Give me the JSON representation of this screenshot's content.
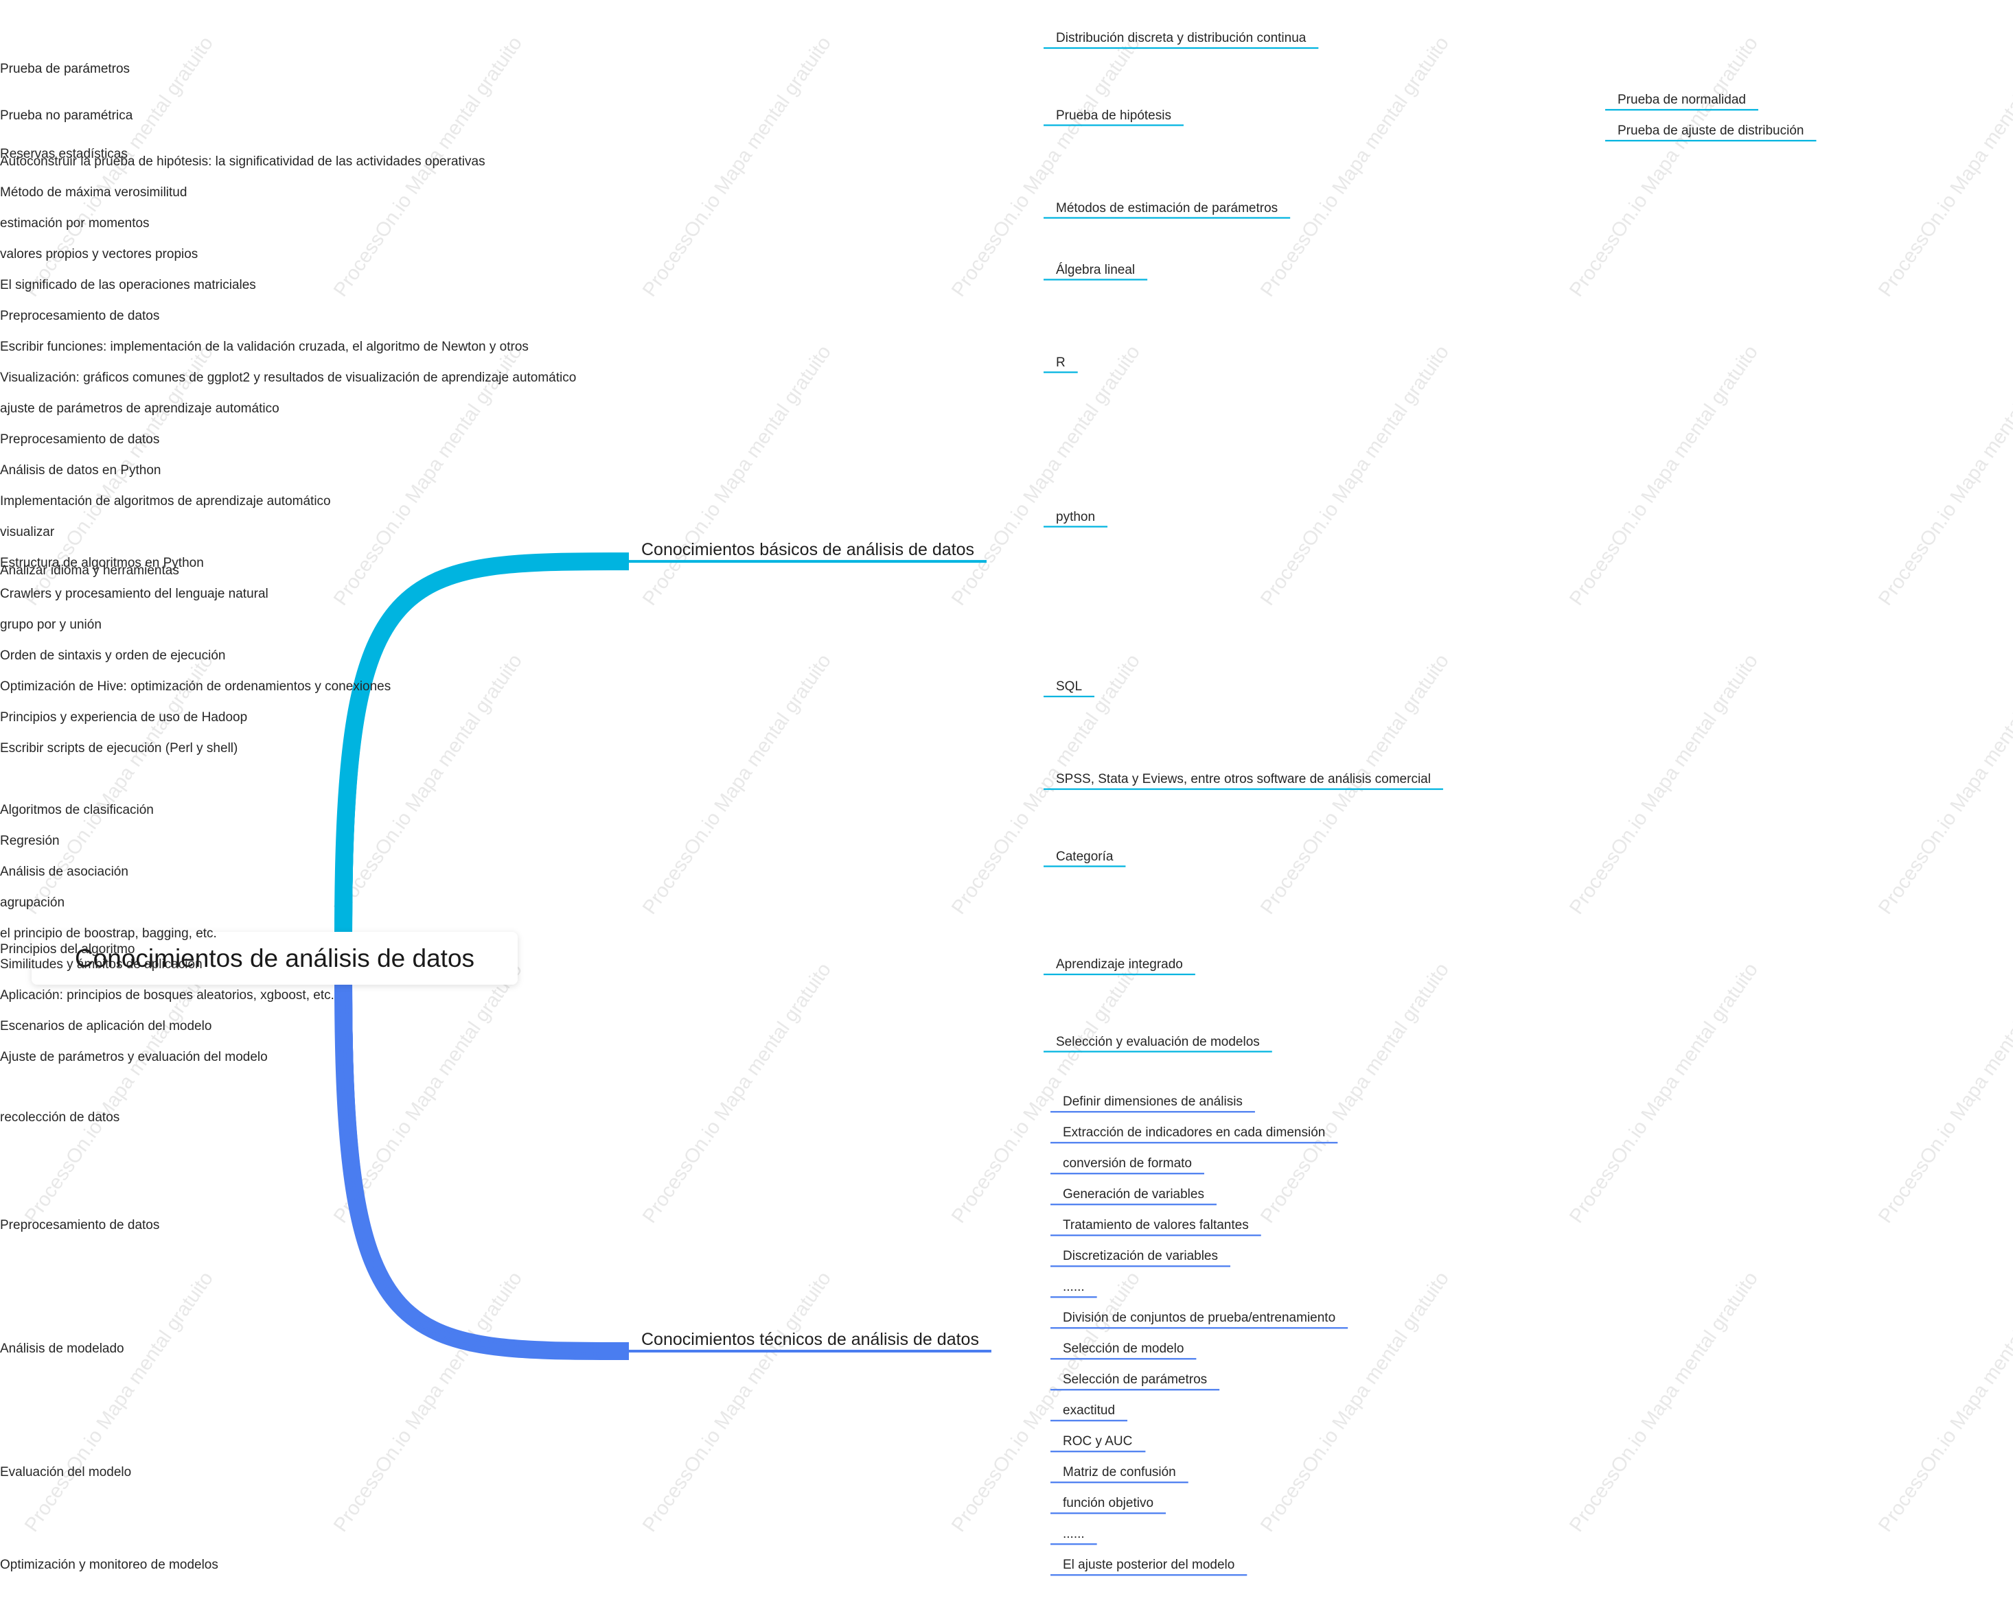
{
  "root": "Conocimientos de análisis de datos",
  "watermark": "ProcessOn.io Mapa mental gratuito",
  "colors": {
    "branch_a": "#00b4e0",
    "branch_b": "#4a7df0",
    "text": "#262626"
  },
  "branches": [
    {
      "label": "Conocimientos básicos de análisis de datos",
      "children": [
        {
          "label": "Reservas estadísticas",
          "children": [
            {
              "label": "Distribución discreta y distribución continua"
            },
            {
              "label": "Prueba de hipótesis",
              "children": [
                {
                  "label": "Prueba de parámetros"
                },
                {
                  "label": "Prueba no paramétrica",
                  "children": [
                    {
                      "label": "Prueba de normalidad"
                    },
                    {
                      "label": "Prueba de ajuste de distribución"
                    }
                  ]
                },
                {
                  "label": "Autoconstruir la prueba de hipótesis: la significatividad de las actividades operativas"
                }
              ]
            },
            {
              "label": "Métodos de estimación de parámetros",
              "children": [
                {
                  "label": "Método de máxima verosimilitud"
                },
                {
                  "label": "estimación por momentos"
                }
              ]
            },
            {
              "label": "Álgebra lineal",
              "children": [
                {
                  "label": "valores propios y vectores propios"
                },
                {
                  "label": "El significado de las operaciones matriciales"
                }
              ]
            }
          ]
        },
        {
          "label": "Analizar idioma y herramientas",
          "children": [
            {
              "label": "R",
              "children": [
                {
                  "label": "Preprocesamiento de datos"
                },
                {
                  "label": "Escribir funciones: implementación de la validación cruzada, el algoritmo de Newton y otros"
                },
                {
                  "label": "Visualización: gráficos comunes de ggplot2 y resultados de visualización de aprendizaje automático"
                },
                {
                  "label": "ajuste de parámetros de aprendizaje automático"
                }
              ]
            },
            {
              "label": "python",
              "children": [
                {
                  "label": "Preprocesamiento de datos"
                },
                {
                  "label": "Análisis de datos en Python"
                },
                {
                  "label": "Implementación de algoritmos de aprendizaje automático"
                },
                {
                  "label": "visualizar"
                },
                {
                  "label": "Estructura de algoritmos en Python"
                },
                {
                  "label": "Crawlers y procesamiento del lenguaje natural"
                }
              ]
            },
            {
              "label": "SQL",
              "children": [
                {
                  "label": "grupo por y unión"
                },
                {
                  "label": "Orden de sintaxis y orden de ejecución"
                },
                {
                  "label": "Optimización de Hive: optimización de ordenamientos y conexiones"
                },
                {
                  "label": "Principios y experiencia de uso de Hadoop"
                },
                {
                  "label": "Escribir scripts de ejecución (Perl y shell)"
                }
              ]
            },
            {
              "label": "SPSS, Stata y Eviews, entre otros software de análisis comercial"
            }
          ]
        },
        {
          "label": "Principios del algoritmo",
          "children": [
            {
              "label": "Categoría",
              "children": [
                {
                  "label": "Algoritmos de clasificación"
                },
                {
                  "label": "Regresión"
                },
                {
                  "label": "Análisis de asociación"
                },
                {
                  "label": "agrupación"
                }
              ]
            },
            {
              "label": "Aprendizaje integrado",
              "children": [
                {
                  "label": "el principio de boostrap, bagging, etc."
                },
                {
                  "label": "Similitudes y ámbitos de aplicación"
                },
                {
                  "label": "Aplicación: principios de bosques aleatorios, xgboost, etc."
                }
              ]
            },
            {
              "label": "Selección y evaluación de modelos",
              "children": [
                {
                  "label": "Escenarios de aplicación del modelo"
                },
                {
                  "label": "Ajuste de parámetros y evaluación del modelo"
                }
              ]
            }
          ]
        }
      ]
    },
    {
      "label": "Conocimientos técnicos de análisis de datos",
      "children": [
        {
          "label": "recolección de datos",
          "children": [
            {
              "label": "Definir dimensiones de análisis"
            },
            {
              "label": "Extracción de indicadores en cada dimensión"
            }
          ]
        },
        {
          "label": "Preprocesamiento de datos",
          "children": [
            {
              "label": "conversión de formato"
            },
            {
              "label": "Generación de variables"
            },
            {
              "label": "Tratamiento de valores faltantes"
            },
            {
              "label": "Discretización de variables"
            },
            {
              "label": "......"
            }
          ]
        },
        {
          "label": "Análisis de modelado",
          "children": [
            {
              "label": "División de conjuntos de prueba/entrenamiento"
            },
            {
              "label": "Selección de modelo"
            },
            {
              "label": "Selección de parámetros"
            }
          ]
        },
        {
          "label": "Evaluación del modelo",
          "children": [
            {
              "label": "exactitud"
            },
            {
              "label": "ROC y AUC"
            },
            {
              "label": "Matriz de confusión"
            },
            {
              "label": "función objetivo"
            },
            {
              "label": "......"
            }
          ]
        },
        {
          "label": "Optimización y monitoreo de modelos",
          "children": [
            {
              "label": "El ajuste posterior del modelo"
            }
          ]
        }
      ]
    }
  ]
}
